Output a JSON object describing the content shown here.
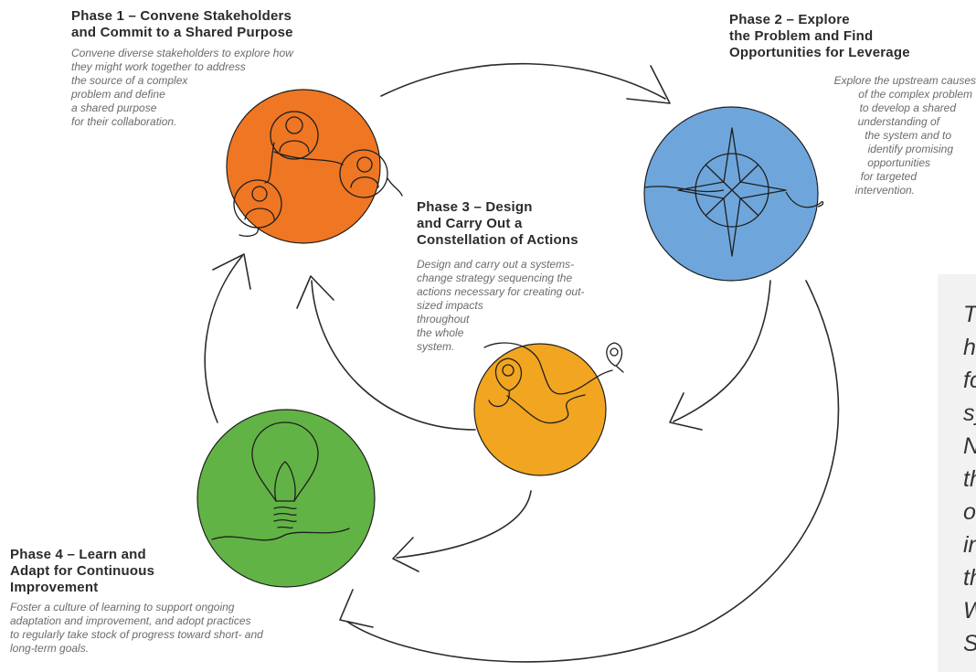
{
  "phases": [
    {
      "title_lines": [
        "Phase 1 – Convene Stakeholders",
        "and Commit to a Shared Purpose"
      ],
      "desc_lines": [
        "Convene diverse stakeholders to explore how",
        "they might work together to address",
        "the source of a complex",
        "problem and define",
        "a shared purpose",
        "for their collaboration."
      ],
      "color": "#ef7622",
      "icon": "people-network-icon"
    },
    {
      "title_lines": [
        "Phase 2 – Explore",
        "the Problem and Find",
        "Opportunities for Leverage"
      ],
      "desc_lines": [
        "Explore the upstream causes",
        "of the complex problem",
        "to develop a shared",
        "understanding of",
        "the system and to",
        "identify promising",
        "opportunities",
        "for targeted",
        "intervention."
      ],
      "color": "#6ea6dc",
      "icon": "compass-star-icon"
    },
    {
      "title_lines": [
        "Phase 3 – Design",
        "and Carry Out a",
        "Constellation of Actions"
      ],
      "desc_lines": [
        "Design and carry out a systems-",
        "change strategy sequencing the",
        "actions necessary for creating out-",
        "sized impacts",
        "throughout",
        "the whole",
        "system."
      ],
      "color": "#f1a520",
      "icon": "map-pin-path-icon"
    },
    {
      "title_lines": [
        "Phase 4 – Learn and",
        "Adapt for Continuous",
        "Improvement"
      ],
      "desc_lines": [
        "Foster a culture of learning to support ongoing",
        "adaptation and improvement, and adopt practices",
        "to regularly take stock of progress toward short- and",
        "long-term goals."
      ],
      "color": "#62b345",
      "icon": "lightbulb-icon"
    }
  ],
  "side_panel": {
    "lines": [
      "T",
      "h",
      "fc",
      "sy",
      "N",
      "th",
      "o",
      "in",
      "th",
      "W",
      "S"
    ]
  }
}
